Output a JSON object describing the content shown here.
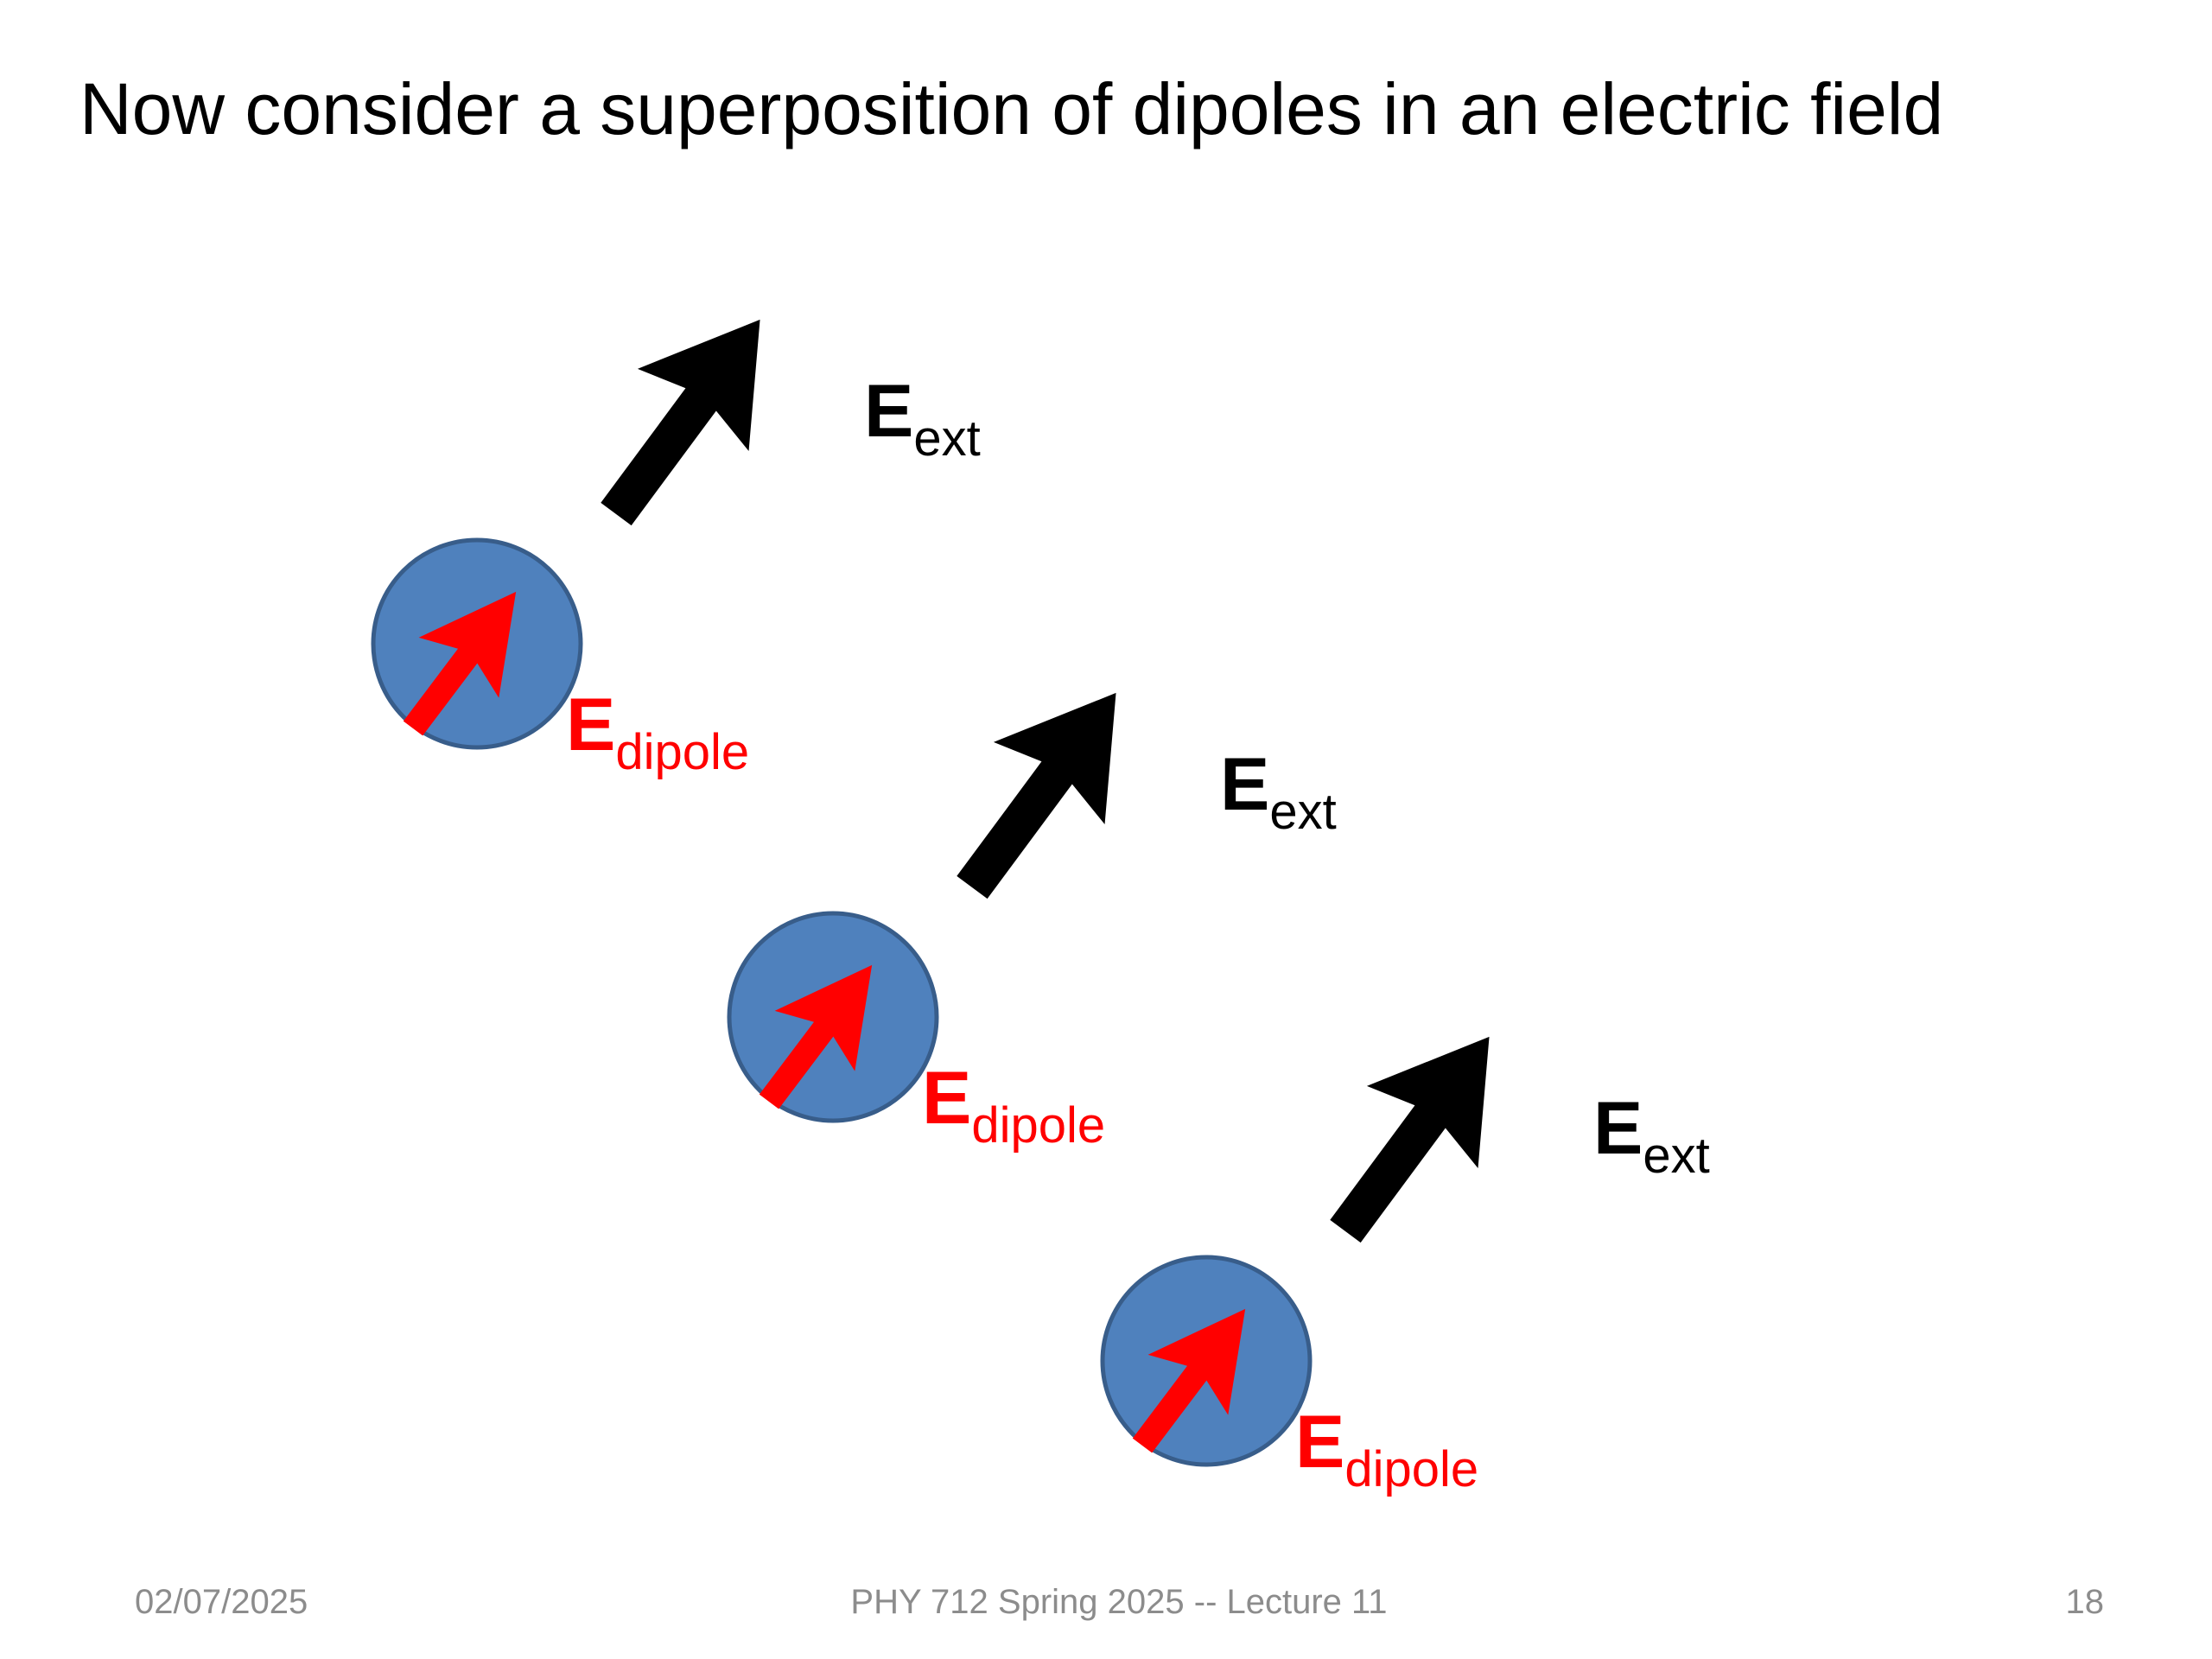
{
  "slide": {
    "title": "Now consider a superposition of dipoles in an electric field"
  },
  "diagram": {
    "field_label_main": "E",
    "field_label_sub": "ext",
    "dipole_label_main": "E",
    "dipole_label_sub": "dipole",
    "molecules_count": 3,
    "colors": {
      "molecule_fill": "#4f81bd",
      "molecule_stroke": "#385d8a",
      "dipole_arrow": "#ff0000",
      "dipole_label": "#ff0000",
      "field_arrow": "#000000",
      "field_label": "#000000"
    }
  },
  "footer": {
    "date": "02/07/2025",
    "course": "PHY 712  Spring 2025 -- Lecture 11",
    "page": "18"
  }
}
